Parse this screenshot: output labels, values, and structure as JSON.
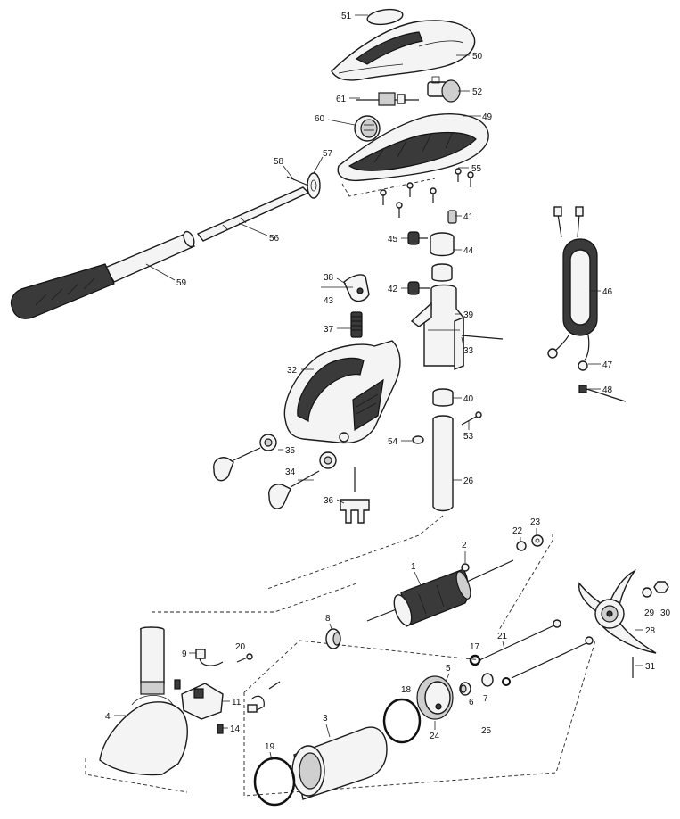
{
  "callouts": [
    {
      "id": "p1",
      "label": "1"
    },
    {
      "id": "p2",
      "label": "2"
    },
    {
      "id": "p3",
      "label": "3"
    },
    {
      "id": "p4",
      "label": "4"
    },
    {
      "id": "p5",
      "label": "5"
    },
    {
      "id": "p6",
      "label": "6"
    },
    {
      "id": "p7",
      "label": "7"
    },
    {
      "id": "p8",
      "label": "8"
    },
    {
      "id": "p9",
      "label": "9"
    },
    {
      "id": "p11",
      "label": "11"
    },
    {
      "id": "p14",
      "label": "14"
    },
    {
      "id": "p17",
      "label": "17"
    },
    {
      "id": "p18",
      "label": "18"
    },
    {
      "id": "p19",
      "label": "19"
    },
    {
      "id": "p20",
      "label": "20"
    },
    {
      "id": "p21",
      "label": "21"
    },
    {
      "id": "p22",
      "label": "22"
    },
    {
      "id": "p23",
      "label": "23"
    },
    {
      "id": "p24",
      "label": "24"
    },
    {
      "id": "p25",
      "label": "25"
    },
    {
      "id": "p26",
      "label": "26"
    },
    {
      "id": "p28",
      "label": "28"
    },
    {
      "id": "p29",
      "label": "29"
    },
    {
      "id": "p30",
      "label": "30"
    },
    {
      "id": "p31",
      "label": "31"
    },
    {
      "id": "p32",
      "label": "32"
    },
    {
      "id": "p33",
      "label": "33"
    },
    {
      "id": "p34",
      "label": "34"
    },
    {
      "id": "p35",
      "label": "35"
    },
    {
      "id": "p36",
      "label": "36"
    },
    {
      "id": "p37",
      "label": "37"
    },
    {
      "id": "p38",
      "label": "38"
    },
    {
      "id": "p39",
      "label": "39"
    },
    {
      "id": "p40",
      "label": "40"
    },
    {
      "id": "p41",
      "label": "41"
    },
    {
      "id": "p42",
      "label": "42"
    },
    {
      "id": "p43",
      "label": "43"
    },
    {
      "id": "p44",
      "label": "44"
    },
    {
      "id": "p45",
      "label": "45"
    },
    {
      "id": "p46",
      "label": "46"
    },
    {
      "id": "p47",
      "label": "47"
    },
    {
      "id": "p48",
      "label": "48"
    },
    {
      "id": "p49",
      "label": "49"
    },
    {
      "id": "p50",
      "label": "50"
    },
    {
      "id": "p51",
      "label": "51"
    },
    {
      "id": "p52",
      "label": "52"
    },
    {
      "id": "p53",
      "label": "53"
    },
    {
      "id": "p54",
      "label": "54"
    },
    {
      "id": "p55",
      "label": "55"
    },
    {
      "id": "p56",
      "label": "56"
    },
    {
      "id": "p57",
      "label": "57"
    },
    {
      "id": "p58",
      "label": "58"
    },
    {
      "id": "p59",
      "label": "59"
    },
    {
      "id": "p60",
      "label": "60"
    },
    {
      "id": "p61",
      "label": "61"
    }
  ]
}
